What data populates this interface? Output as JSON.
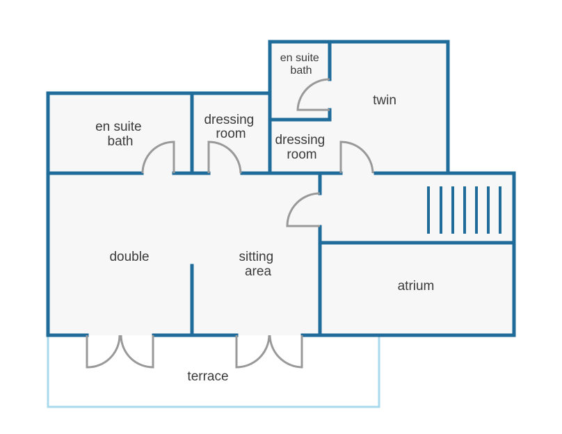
{
  "rooms": {
    "en_suite_bath_large": [
      "en suite",
      "bath"
    ],
    "dressing_room_left": [
      "dressing",
      "room"
    ],
    "en_suite_bath_small": [
      "en suite",
      "bath"
    ],
    "twin": "twin",
    "dressing_room_right": [
      "dressing",
      "room"
    ],
    "double": "double",
    "sitting_area": [
      "sitting",
      "area"
    ],
    "atrium": "atrium",
    "terrace": "terrace"
  },
  "colors": {
    "wall": "#1f6b99",
    "terrace_outline": "#a8d9ec",
    "door": "#999999",
    "floor": "#f7f7f7",
    "label": "#3a3a3a"
  },
  "icons": {
    "stairs": "stairs-icon",
    "door": "door-swing-icon"
  }
}
